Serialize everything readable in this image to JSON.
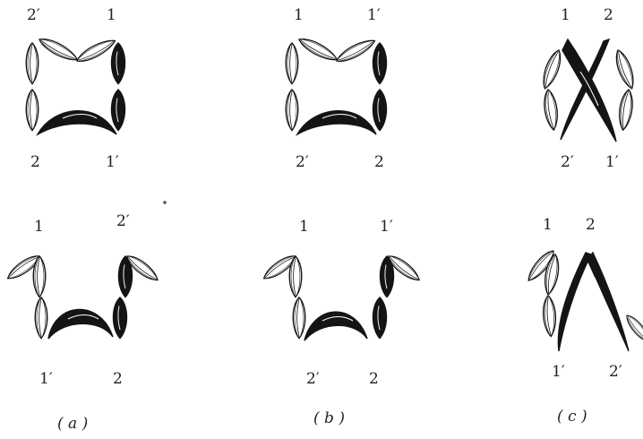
{
  "panels": [
    {
      "id": "a",
      "caption": "( a )",
      "top": {
        "upper_left": "2′",
        "upper_right": "1",
        "lower_left": "2",
        "lower_right": "1′"
      },
      "bottom": {
        "upper_left": "1",
        "upper_right": "2′",
        "lower_left": "1′",
        "lower_right": "2"
      }
    },
    {
      "id": "b",
      "caption": "( b )",
      "top": {
        "upper_left": "1",
        "upper_right": "1′",
        "lower_left": "2′",
        "lower_right": "2"
      },
      "bottom": {
        "upper_left": "1",
        "upper_right": "1′",
        "lower_left": "2′",
        "lower_right": "2"
      }
    },
    {
      "id": "c",
      "caption": "( c )",
      "top": {
        "upper_left": "1",
        "upper_right": "2",
        "lower_left": "2′",
        "lower_right": "1′"
      },
      "bottom": {
        "upper_left": "1",
        "upper_right": "2",
        "lower_left": "1′",
        "lower_right": "2′"
      }
    }
  ],
  "colors": {
    "ink": "#141414",
    "paper": "#ffffff"
  }
}
